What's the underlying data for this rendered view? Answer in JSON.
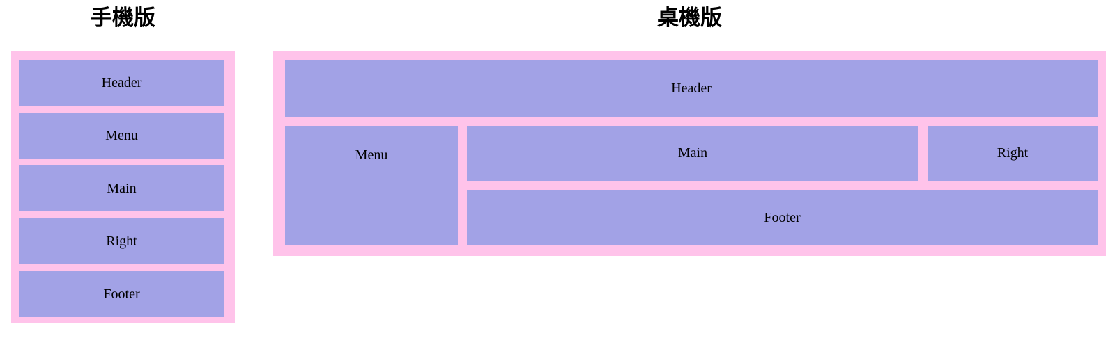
{
  "colors": {
    "container_bg": "#ffc3ea",
    "block_bg": "#a2a2e6",
    "text": "#000000"
  },
  "mobile": {
    "title": "手機版",
    "blocks": [
      {
        "label": "Header"
      },
      {
        "label": "Menu"
      },
      {
        "label": "Main"
      },
      {
        "label": "Right"
      },
      {
        "label": "Footer"
      }
    ]
  },
  "desktop": {
    "title": "桌機版",
    "blocks": {
      "header": {
        "label": "Header"
      },
      "menu": {
        "label": "Menu"
      },
      "main": {
        "label": "Main"
      },
      "right": {
        "label": "Right"
      },
      "footer": {
        "label": "Footer"
      }
    }
  }
}
